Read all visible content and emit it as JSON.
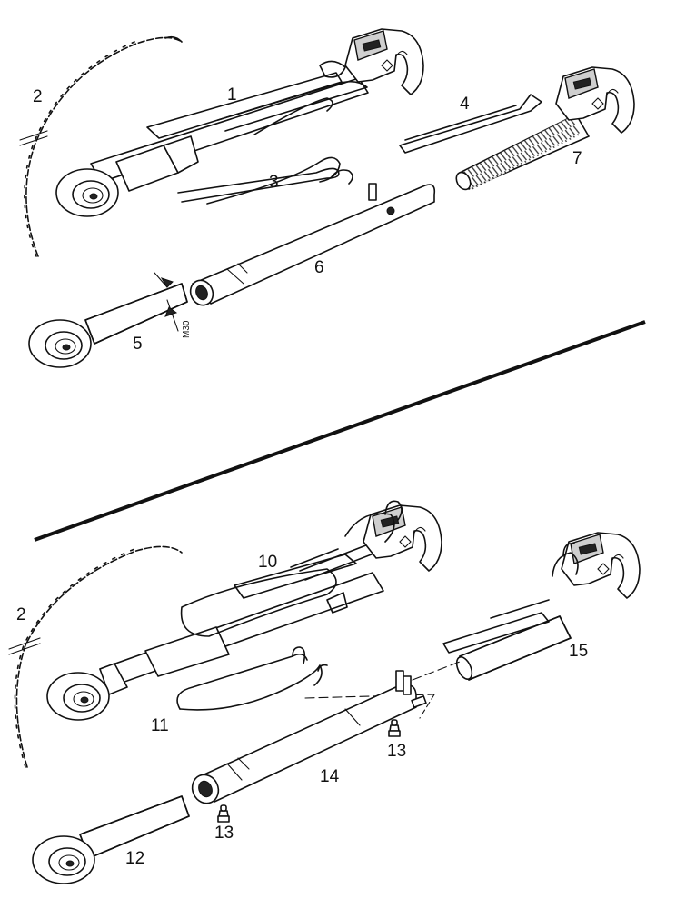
{
  "labels": {
    "upper": {
      "chain": "2",
      "top_link_assembly": "1",
      "pin_a": "3",
      "pin_b": "4",
      "tube": "6",
      "hook_end": "7",
      "ball_end": "5",
      "thread_spec": "M30"
    },
    "lower": {
      "chain": "2",
      "top_link_assembly": "10",
      "pin": "11",
      "grease_nipple_right": "13",
      "tube": "14",
      "hook_end": "15",
      "ball_end": "12",
      "grease_nipple_left": "13"
    }
  }
}
